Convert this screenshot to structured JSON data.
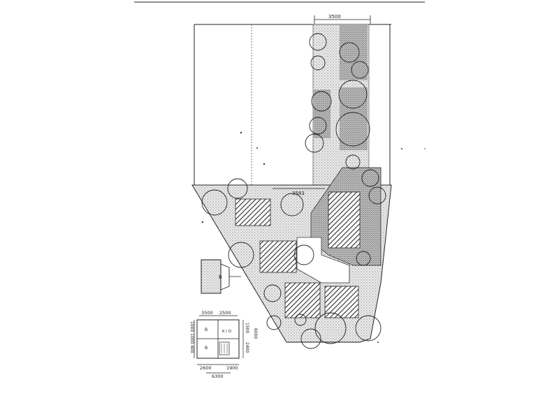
{
  "labels": {
    "top_width": "3500",
    "mid_width": "3583",
    "legend_top_a": "3500",
    "legend_top_b": "2500",
    "legend_bottom_a": "2600",
    "legend_bottom_b": "1900",
    "legend_bottom_total": "6300",
    "legend_side_left": "1000 1000 400",
    "legend_side_right_a": "1500",
    "legend_side_right_b": "6000",
    "legend_side_right_c": "2400",
    "cell_a": "B",
    "cell_b": "B",
    "cell_c": "K / D",
    "shed_label": "B"
  },
  "colors": {
    "line": "#1a1a1a",
    "hatch": "#333333",
    "stipple": "#9a9a9a",
    "paper": "#ffffff"
  }
}
